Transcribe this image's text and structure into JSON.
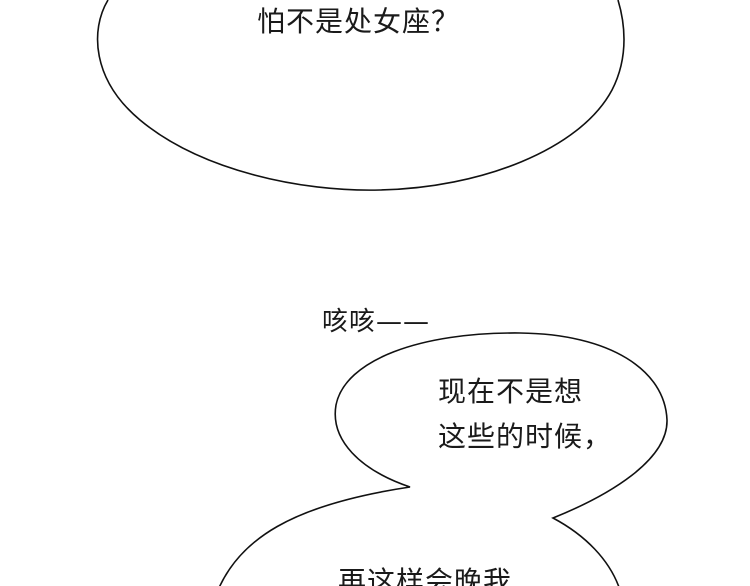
{
  "panel": {
    "bubble_top": {
      "text": "怕不是处女座？"
    },
    "aside": {
      "text": "咳咳——"
    },
    "bubble_bottom": {
      "lines": [
        "现在不是想",
        "这些的时候，"
      ],
      "continued_text": "再这样会晚我"
    }
  }
}
